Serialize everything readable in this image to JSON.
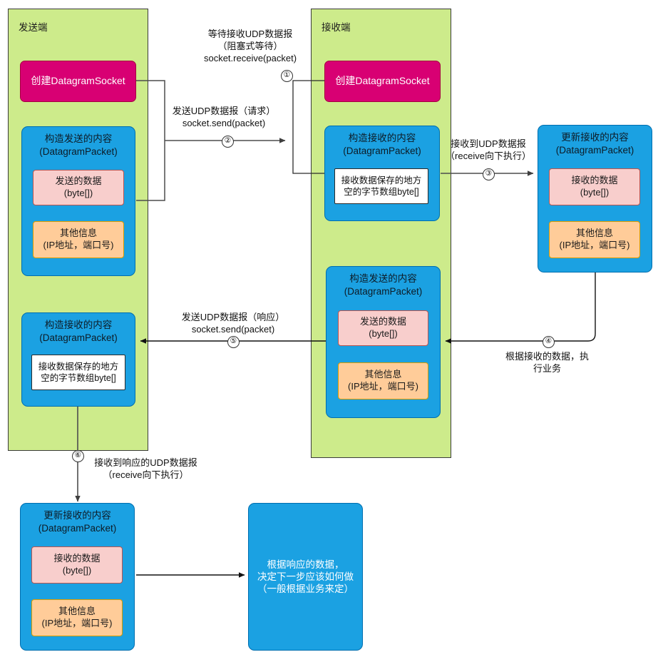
{
  "diagram": {
    "title_sender": "发送端",
    "title_receiver": "接收端"
  },
  "sender": {
    "create_socket": "创建DatagramSocket",
    "build_send": {
      "line1": "构造发送的内容",
      "line2": "(DatagramPacket)"
    },
    "send_data": {
      "line1": "发送的数据",
      "line2": "(byte[])"
    },
    "other_info": {
      "line1": "其他信息",
      "line2": "(IP地址，端口号)"
    },
    "build_recv": {
      "line1": "构造接收的内容",
      "line2": "(DatagramPacket)"
    },
    "recv_buffer": {
      "line1": "接收数据保存的地方",
      "line2": "空的字节数组byte[]"
    }
  },
  "receiver": {
    "create_socket": "创建DatagramSocket",
    "build_recv": {
      "line1": "构造接收的内容",
      "line2": "(DatagramPacket)"
    },
    "recv_buffer": {
      "line1": "接收数据保存的地方",
      "line2": "空的字节数组byte[]"
    },
    "build_send": {
      "line1": "构造发送的内容",
      "line2": "(DatagramPacket)"
    },
    "send_data": {
      "line1": "发送的数据",
      "line2": "(byte[])"
    },
    "other_info": {
      "line1": "其他信息",
      "line2": "(IP地址，端口号)"
    }
  },
  "update_recv_right": {
    "header": {
      "line1": "更新接收的内容",
      "line2": "(DatagramPacket)"
    },
    "recv_data": {
      "line1": "接收的数据",
      "line2": "(byte[])"
    },
    "other_info": {
      "line1": "其他信息",
      "line2": "(IP地址，端口号)"
    }
  },
  "update_recv_bottom": {
    "header": {
      "line1": "更新接收的内容",
      "line2": "(DatagramPacket)"
    },
    "recv_data": {
      "line1": "接收的数据",
      "line2": "(byte[])"
    },
    "other_info": {
      "line1": "其他信息",
      "line2": "(IP地址，端口号)"
    }
  },
  "final_box": {
    "line1": "根据响应的数据，",
    "line2": "决定下一步应该如何做",
    "line3": "（一般根据业务来定）"
  },
  "edges": {
    "e1": "等待接收UDP数据报\n（阻塞式等待）\nsocket.receive(packet)",
    "e2": "发送UDP数据报（请求）\nsocket.send(packet)",
    "e3": "接收到UDP数据报\n（receive向下执行）",
    "e4": "根据接收的数据，执\n行业务",
    "e5": "发送UDP数据报（响应）\nsocket.send(packet)",
    "e6": "接收到响应的UDP数据报\n（receive向下执行）"
  },
  "steps": {
    "s1": "①",
    "s2": "②",
    "s3": "③",
    "s4": "④",
    "s5": "⑤",
    "s6": "⑥"
  },
  "colors": {
    "lane_fill": "#cdeb8b",
    "crimson": "#d80073",
    "blue": "#1ba1e2",
    "pink": "#f8cecc",
    "orange": "#ffcc99"
  }
}
